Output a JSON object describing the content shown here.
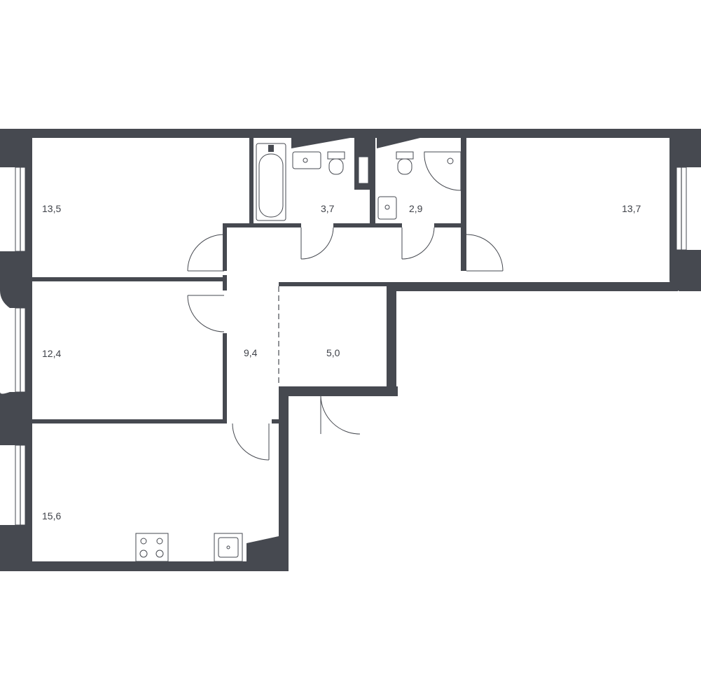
{
  "plan": {
    "rooms": [
      {
        "id": "room-top-left",
        "area": "13,5"
      },
      {
        "id": "bathroom",
        "area": "3,7"
      },
      {
        "id": "toilet",
        "area": "2,9"
      },
      {
        "id": "room-top-right",
        "area": "13,7"
      },
      {
        "id": "room-middle-left",
        "area": "12,4"
      },
      {
        "id": "hallway",
        "area": "9,4"
      },
      {
        "id": "storage",
        "area": "5,0"
      },
      {
        "id": "kitchen-living",
        "area": "15,6"
      }
    ],
    "colors": {
      "wall": "#464950",
      "background": "#ffffff",
      "text": "#3f4249"
    }
  }
}
